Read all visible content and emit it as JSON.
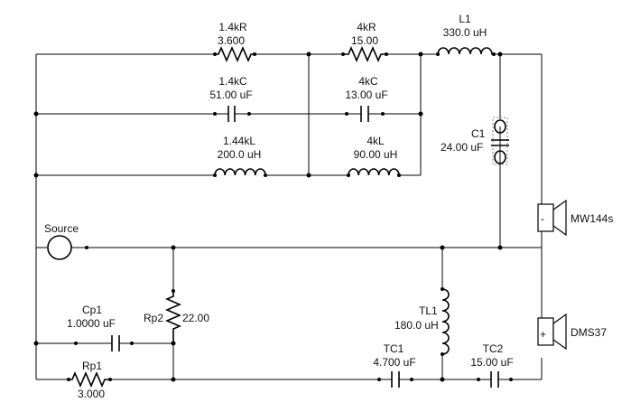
{
  "components": {
    "r1_4k": {
      "name": "1.4kR",
      "value": "3.600"
    },
    "r4k": {
      "name": "4kR",
      "value": "15.00"
    },
    "l1": {
      "name": "L1",
      "value": "330.0 uH"
    },
    "c1_4k": {
      "name": "1.4kC",
      "value": "51.00 uF"
    },
    "c4k": {
      "name": "4kC",
      "value": "13.00 uF"
    },
    "c1": {
      "name": "C1",
      "value": "24.00 uF"
    },
    "l1_44k": {
      "name": "1.44kL",
      "value": "200.0 uH"
    },
    "l4k": {
      "name": "4kL",
      "value": "90.00 uH"
    },
    "source": {
      "name": "Source"
    },
    "cp1": {
      "name": "Cp1",
      "value": "1.0000 uF"
    },
    "rp2": {
      "name": "Rp2",
      "value": "22.00"
    },
    "rp1": {
      "name": "Rp1",
      "value": "3.000"
    },
    "tl1": {
      "name": "TL1",
      "value": "180.0 uH"
    },
    "tc1": {
      "name": "TC1",
      "value": "4.700 uF"
    },
    "tc2": {
      "name": "TC2",
      "value": "15.00 uF"
    }
  },
  "speakers": {
    "mw144s": {
      "name": "MW144s",
      "polarity": "-"
    },
    "dms37": {
      "name": "DMS37",
      "polarity": "+"
    }
  }
}
